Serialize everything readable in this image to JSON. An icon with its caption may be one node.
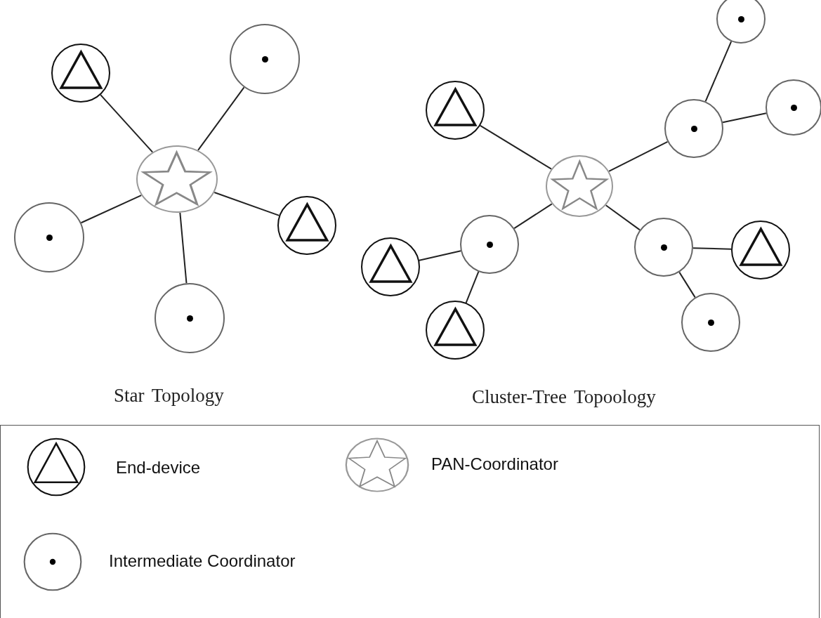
{
  "diagram": {
    "nodes": [
      {
        "text": [],
        "shape": "star"
      },
      {
        "text": [],
        "shape": "triangle"
      },
      {
        "text": [],
        "shape": "circle"
      },
      {
        "text": [],
        "shape": "circle"
      },
      {
        "text": [],
        "shape": "triangle"
      },
      {
        "text": [],
        "shape": "circle"
      },
      {
        "text": [],
        "shape": "star"
      },
      {
        "text": [],
        "shape": "triangle"
      },
      {
        "text": [],
        "shape": "circle"
      },
      {
        "text": [],
        "shape": "circle"
      },
      {
        "text": [],
        "shape": "circle"
      },
      {
        "text": [],
        "shape": "circle"
      },
      {
        "text": [],
        "shape": "triangle"
      },
      {
        "text": [],
        "shape": "triangle"
      },
      {
        "text": [],
        "shape": "circle"
      },
      {
        "text": [],
        "shape": "triangle"
      },
      {
        "text": [],
        "shape": "circle"
      }
    ],
    "edges": [
      {
        "from": 0,
        "to": 1,
        "arrow": "none"
      },
      {
        "from": 0,
        "to": 2,
        "arrow": "none"
      },
      {
        "from": 0,
        "to": 3,
        "arrow": "none"
      },
      {
        "from": 0,
        "to": 4,
        "arrow": "none"
      },
      {
        "from": 0,
        "to": 5,
        "arrow": "none"
      },
      {
        "from": 6,
        "to": 7,
        "arrow": "none"
      },
      {
        "from": 6,
        "to": 8,
        "arrow": "none"
      },
      {
        "from": 8,
        "to": 9,
        "arrow": "none"
      },
      {
        "from": 8,
        "to": 10,
        "arrow": "none"
      },
      {
        "from": 6,
        "to": 11,
        "arrow": "none"
      },
      {
        "from": 11,
        "to": 12,
        "arrow": "none"
      },
      {
        "from": 11,
        "to": 13,
        "arrow": "none"
      },
      {
        "from": 6,
        "to": 14,
        "arrow": "none"
      },
      {
        "from": 14,
        "to": 15,
        "arrow": "none"
      },
      {
        "from": 14,
        "to": 16,
        "arrow": "none"
      }
    ],
    "labels": [
      "Star Topology",
      "Cluster-Tree Topoology"
    ],
    "legend": [
      {
        "text": "End-device"
      },
      {
        "text": "PAN-Coordinator"
      },
      {
        "text": "Intermediate Coordinator"
      }
    ]
  }
}
